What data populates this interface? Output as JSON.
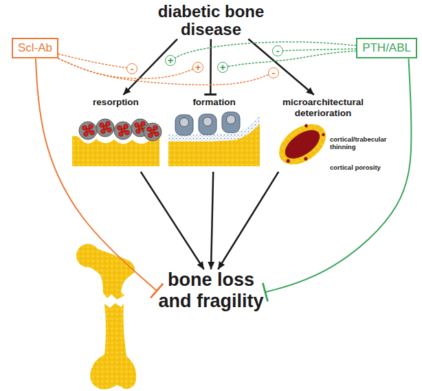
{
  "diagram": {
    "nodes": [
      {
        "text": [
          "diabetic bone disease"
        ]
      },
      {
        "text": [
          "Scl-Ab"
        ]
      },
      {
        "text": [
          "PTH/ABL"
        ]
      },
      {
        "text": [
          "+"
        ]
      },
      {
        "text": [
          "-"
        ]
      },
      {
        "text": [
          "+"
        ]
      },
      {
        "text": [
          "+"
        ]
      },
      {
        "text": [
          "-"
        ]
      },
      {
        "text": [
          "-"
        ]
      },
      {
        "text": [
          "resorption"
        ]
      },
      {
        "text": [
          "formation"
        ]
      },
      {
        "text": [
          "microarchitectural deterioration"
        ]
      },
      {
        "text": [
          "bone loss and fragility"
        ]
      }
    ],
    "edges": [
      {
        "from": 0,
        "to": 9,
        "arrow": "to"
      },
      {
        "from": 0,
        "to": 10,
        "arrow": "to"
      },
      {
        "from": 0,
        "to": 11,
        "arrow": "to"
      },
      {
        "from": 9,
        "to": 12,
        "arrow": "to"
      },
      {
        "from": 10,
        "to": 12,
        "arrow": "to"
      },
      {
        "from": 11,
        "to": 12,
        "arrow": "to"
      },
      {
        "from": 1,
        "to": 12,
        "arrow": "to"
      },
      {
        "from": 2,
        "to": 12,
        "arrow": "to"
      },
      {
        "from": 1,
        "to": 4,
        "arrow": "none"
      },
      {
        "from": 1,
        "to": 6,
        "arrow": "none"
      },
      {
        "from": 1,
        "to": 8,
        "arrow": "none"
      },
      {
        "from": 2,
        "to": 3,
        "arrow": "none"
      },
      {
        "from": 2,
        "to": 5,
        "arrow": "none"
      },
      {
        "from": 2,
        "to": 7,
        "arrow": "none"
      }
    ],
    "labels": [
      "cortical/trabecular thinning",
      "cortical porosity"
    ]
  }
}
